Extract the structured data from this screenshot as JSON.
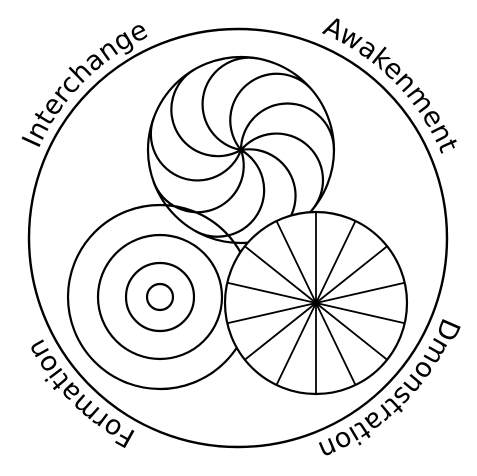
{
  "labels": {
    "interchange": "Interchange",
    "awakenment": "Awakenment",
    "formation": "Formation",
    "demonstration": "Dmonstration"
  },
  "symbols": {
    "spiral_arc_count": 9,
    "concentric_ring_count": 4,
    "wheel_spoke_count": 14
  },
  "colors": {
    "ink": "#000000",
    "background": "#ffffff"
  }
}
